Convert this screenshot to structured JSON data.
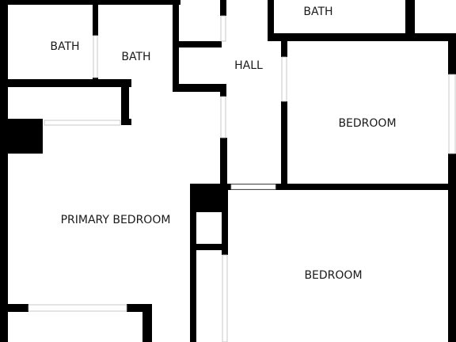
{
  "floorplan": {
    "colors": {
      "wall": "#000000",
      "background": "#ffffff",
      "text": "#1a1a1a"
    },
    "rooms": {
      "bath_small": "BATH",
      "bath_primary": "BATH",
      "bath_top": "BATH",
      "hall": "HALL",
      "bedroom_upper": "BEDROOM",
      "primary_bedroom": "PRIMARY BEDROOM",
      "bedroom_lower": "BEDROOM"
    }
  }
}
